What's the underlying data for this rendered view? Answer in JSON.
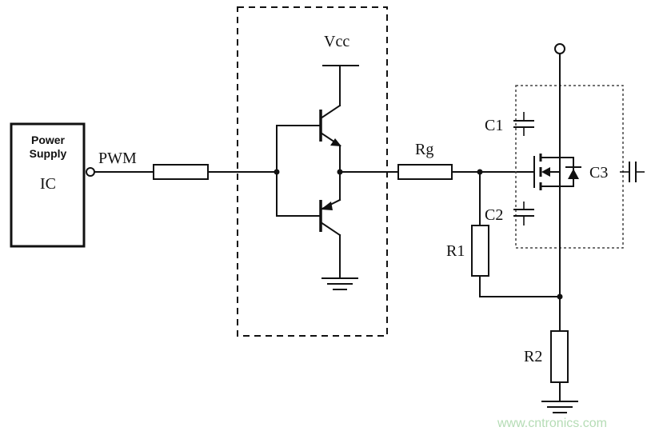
{
  "ic": {
    "title_line1": "Power",
    "title_line2": "Supply",
    "name": "IC"
  },
  "labels": {
    "pwm": "PWM",
    "vcc": "Vcc",
    "rg": "Rg",
    "c1": "C1",
    "c2": "C2",
    "c3": "C3",
    "r1": "R1",
    "r2": "R2"
  },
  "watermark": "www.cntronics.com"
}
